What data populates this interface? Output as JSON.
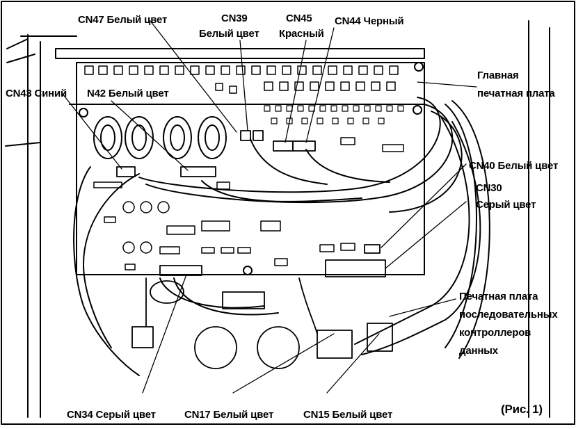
{
  "labels": {
    "cn47": "CN47 Белый цвет",
    "cn39_line1": "CN39",
    "cn39_line2": "Белый цвет",
    "cn45_line1": "CN45",
    "cn45_line2": "Красный",
    "cn44": "CN44 Черный",
    "main_board_line1": "Главная",
    "main_board_line2": "печатная плата",
    "cn43": "CN43 Синий",
    "n42": "N42  Белый цвет",
    "cn40": "CN40 Белый цвет",
    "cn30_line1": "CN30",
    "cn30_line2": "Серый цвет",
    "serial_board_line1": "Печатная плата",
    "serial_board_line2": "последовательных",
    "serial_board_line3": "контроллеров",
    "serial_board_line4": "данных",
    "cn34": "CN34 Серый цвет",
    "cn17": "CN17 Белый цвет",
    "cn15": "CN15 Белый цвет",
    "figure": "(Рис. 1)"
  },
  "colors": {
    "line": "#000000",
    "background": "#ffffff"
  }
}
